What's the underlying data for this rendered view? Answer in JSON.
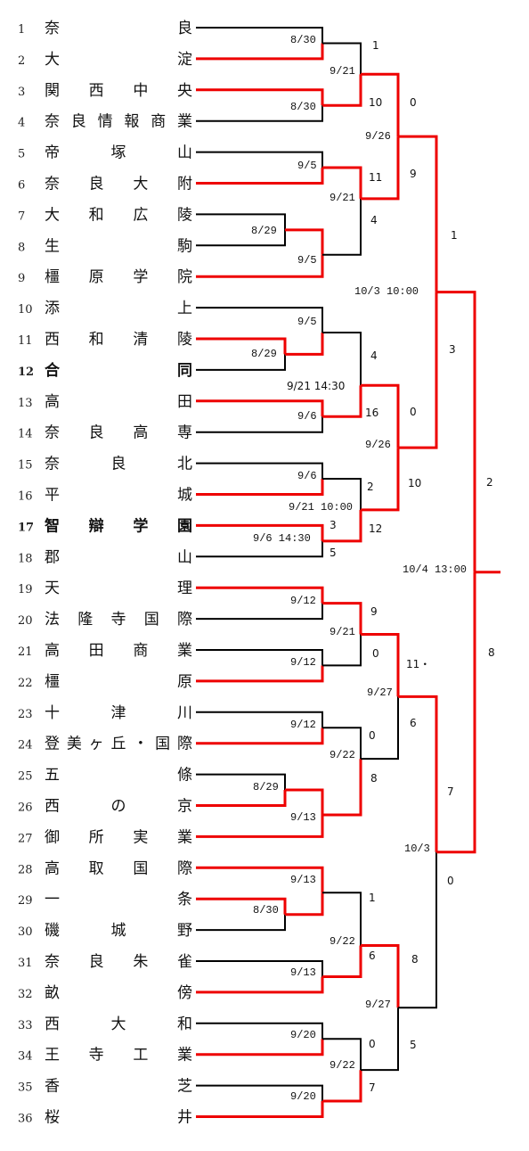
{
  "colors": {
    "win": "#ee0000",
    "line": "#000000",
    "highlight": "#ee0000"
  },
  "teams": [
    {
      "no": "1",
      "name": "奈良",
      "bold": false,
      "hl": false
    },
    {
      "no": "2",
      "name": "大淀",
      "bold": false,
      "hl": false
    },
    {
      "no": "3",
      "name": "関西中央",
      "bold": false,
      "hl": false
    },
    {
      "no": "4",
      "name": "奈良情報商業",
      "bold": false,
      "hl": false
    },
    {
      "no": "5",
      "name": "帝塚山",
      "bold": false,
      "hl": false
    },
    {
      "no": "6",
      "name": "奈良大附",
      "bold": false,
      "hl": false
    },
    {
      "no": "7",
      "name": "大和広陵",
      "bold": false,
      "hl": false
    },
    {
      "no": "8",
      "name": "生駒",
      "bold": false,
      "hl": false
    },
    {
      "no": "9",
      "name": "橿原学院",
      "bold": false,
      "hl": false
    },
    {
      "no": "10",
      "name": "添上",
      "bold": false,
      "hl": false
    },
    {
      "no": "11",
      "name": "西和清陵",
      "bold": false,
      "hl": false
    },
    {
      "no": "12",
      "name": "合同",
      "bold": true,
      "hl": false
    },
    {
      "no": "13",
      "name": "高田",
      "bold": false,
      "hl": false
    },
    {
      "no": "14",
      "name": "奈良高専",
      "bold": false,
      "hl": false
    },
    {
      "no": "15",
      "name": "奈良北",
      "bold": false,
      "hl": false
    },
    {
      "no": "16",
      "name": "平城",
      "bold": false,
      "hl": false
    },
    {
      "no": "17",
      "name": "智辯学園",
      "bold": true,
      "hl": true
    },
    {
      "no": "18",
      "name": "郡山",
      "bold": false,
      "hl": false
    },
    {
      "no": "19",
      "name": "天理",
      "bold": false,
      "hl": false
    },
    {
      "no": "20",
      "name": "法隆寺国際",
      "bold": false,
      "hl": false
    },
    {
      "no": "21",
      "name": "高田商業",
      "bold": false,
      "hl": false
    },
    {
      "no": "22",
      "name": "橿原",
      "bold": false,
      "hl": false
    },
    {
      "no": "23",
      "name": "十津川",
      "bold": false,
      "hl": false
    },
    {
      "no": "24",
      "name": "登美ヶ丘・国際",
      "bold": false,
      "hl": false
    },
    {
      "no": "25",
      "name": "五條",
      "bold": false,
      "hl": false
    },
    {
      "no": "26",
      "name": "西の京",
      "bold": false,
      "hl": false
    },
    {
      "no": "27",
      "name": "御所実業",
      "bold": false,
      "hl": false
    },
    {
      "no": "28",
      "name": "高取国際",
      "bold": false,
      "hl": false
    },
    {
      "no": "29",
      "name": "一条",
      "bold": false,
      "hl": false
    },
    {
      "no": "30",
      "name": "磯城野",
      "bold": false,
      "hl": false
    },
    {
      "no": "31",
      "name": "奈良朱雀",
      "bold": false,
      "hl": false
    },
    {
      "no": "32",
      "name": "畝傍",
      "bold": false,
      "hl": false
    },
    {
      "no": "33",
      "name": "西大和",
      "bold": false,
      "hl": false
    },
    {
      "no": "34",
      "name": "王寺工業",
      "bold": false,
      "hl": false
    },
    {
      "no": "35",
      "name": "香芝",
      "bold": false,
      "hl": false
    },
    {
      "no": "36",
      "name": "桜井",
      "bold": false,
      "hl": false
    }
  ],
  "labels": [
    {
      "t": "8/30",
      "k": "date"
    },
    {
      "t": "1",
      "k": "score"
    },
    {
      "t": "9/21",
      "k": "date"
    },
    {
      "t": "10",
      "k": "score"
    },
    {
      "t": "8/30",
      "k": "date"
    },
    {
      "t": "0",
      "k": "score"
    },
    {
      "t": "9/26",
      "k": "date"
    },
    {
      "t": "9",
      "k": "score"
    },
    {
      "t": "9/5",
      "k": "date"
    },
    {
      "t": "11",
      "k": "score"
    },
    {
      "t": "9/21",
      "k": "date"
    },
    {
      "t": "4",
      "k": "score"
    },
    {
      "t": "8/29",
      "k": "date"
    },
    {
      "t": "9/5",
      "k": "date"
    },
    {
      "t": "1",
      "k": "score"
    },
    {
      "t": "10/3  10:00",
      "k": "date"
    },
    {
      "t": "9/5",
      "k": "date"
    },
    {
      "t": "3",
      "k": "score"
    },
    {
      "t": "4",
      "k": "score"
    },
    {
      "t": "8/29",
      "k": "date"
    },
    {
      "t": "9/21  14:30",
      "k": "score"
    },
    {
      "t": "0",
      "k": "score"
    },
    {
      "t": "16",
      "k": "score"
    },
    {
      "t": "9/6",
      "k": "date"
    },
    {
      "t": "9/26",
      "k": "date"
    },
    {
      "t": "10",
      "k": "score"
    },
    {
      "t": "9/6",
      "k": "date"
    },
    {
      "t": "2",
      "k": "score"
    },
    {
      "t": "2",
      "k": "score"
    },
    {
      "t": "9/21  10:00",
      "k": "date"
    },
    {
      "t": "3",
      "k": "score"
    },
    {
      "t": "12",
      "k": "score"
    },
    {
      "t": "9/6  14:30",
      "k": "date"
    },
    {
      "t": "5",
      "k": "score"
    },
    {
      "t": "10/4  13:00",
      "k": "date"
    },
    {
      "t": "9/12",
      "k": "date"
    },
    {
      "t": "9",
      "k": "score"
    },
    {
      "t": "9/21",
      "k": "date"
    },
    {
      "t": "0",
      "k": "score"
    },
    {
      "t": "11・",
      "k": "score"
    },
    {
      "t": "9/12",
      "k": "date"
    },
    {
      "t": "8",
      "k": "score"
    },
    {
      "t": "9/27",
      "k": "date"
    },
    {
      "t": "6",
      "k": "score"
    },
    {
      "t": "9/12",
      "k": "date"
    },
    {
      "t": "0",
      "k": "score"
    },
    {
      "t": "9/22",
      "k": "date"
    },
    {
      "t": "8",
      "k": "score"
    },
    {
      "t": "8/29",
      "k": "date"
    },
    {
      "t": "7",
      "k": "score"
    },
    {
      "t": "9/13",
      "k": "date"
    },
    {
      "t": "10/3",
      "k": "date"
    },
    {
      "t": "9/13",
      "k": "date"
    },
    {
      "t": "0",
      "k": "score"
    },
    {
      "t": "1",
      "k": "score"
    },
    {
      "t": "8/30",
      "k": "date"
    },
    {
      "t": "9/22",
      "k": "date"
    },
    {
      "t": "8",
      "k": "score"
    },
    {
      "t": "6",
      "k": "score"
    },
    {
      "t": "9/13",
      "k": "date"
    },
    {
      "t": "9/27",
      "k": "date"
    },
    {
      "t": "9/20",
      "k": "date"
    },
    {
      "t": "5",
      "k": "score"
    },
    {
      "t": "0",
      "k": "score"
    },
    {
      "t": "9/22",
      "k": "date"
    },
    {
      "t": "7",
      "k": "score"
    },
    {
      "t": "9/20",
      "k": "date"
    }
  ]
}
